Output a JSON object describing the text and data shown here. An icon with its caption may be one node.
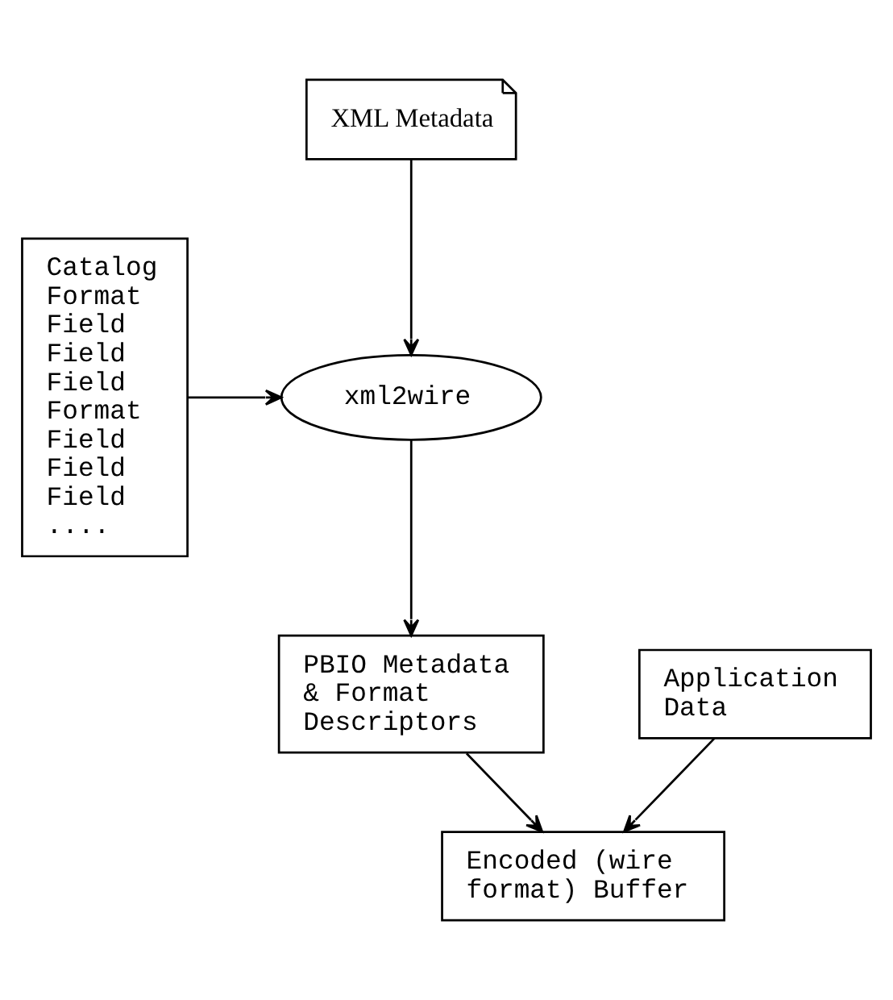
{
  "diagram": {
    "nodes": [
      {
        "text": [
          "XML Metadata"
        ]
      },
      {
        "text": [
          "xml2wire"
        ]
      },
      {
        "text": [
          "Catalog Format Field Field Field Format Field Field Field ...."
        ]
      },
      {
        "text": [
          "PBIO Metadata & Format Descriptors"
        ]
      },
      {
        "text": [
          "Application Data"
        ]
      },
      {
        "text": [
          "Encoded (wire format) Buffer"
        ]
      }
    ],
    "edges": [
      {
        "from": 0,
        "to": 1,
        "arrow": "to"
      },
      {
        "from": 2,
        "to": 1,
        "arrow": "to"
      },
      {
        "from": 1,
        "to": 3,
        "arrow": "to"
      },
      {
        "from": 3,
        "to": 5,
        "arrow": "to"
      },
      {
        "from": 4,
        "to": 5,
        "arrow": "to"
      }
    ]
  }
}
